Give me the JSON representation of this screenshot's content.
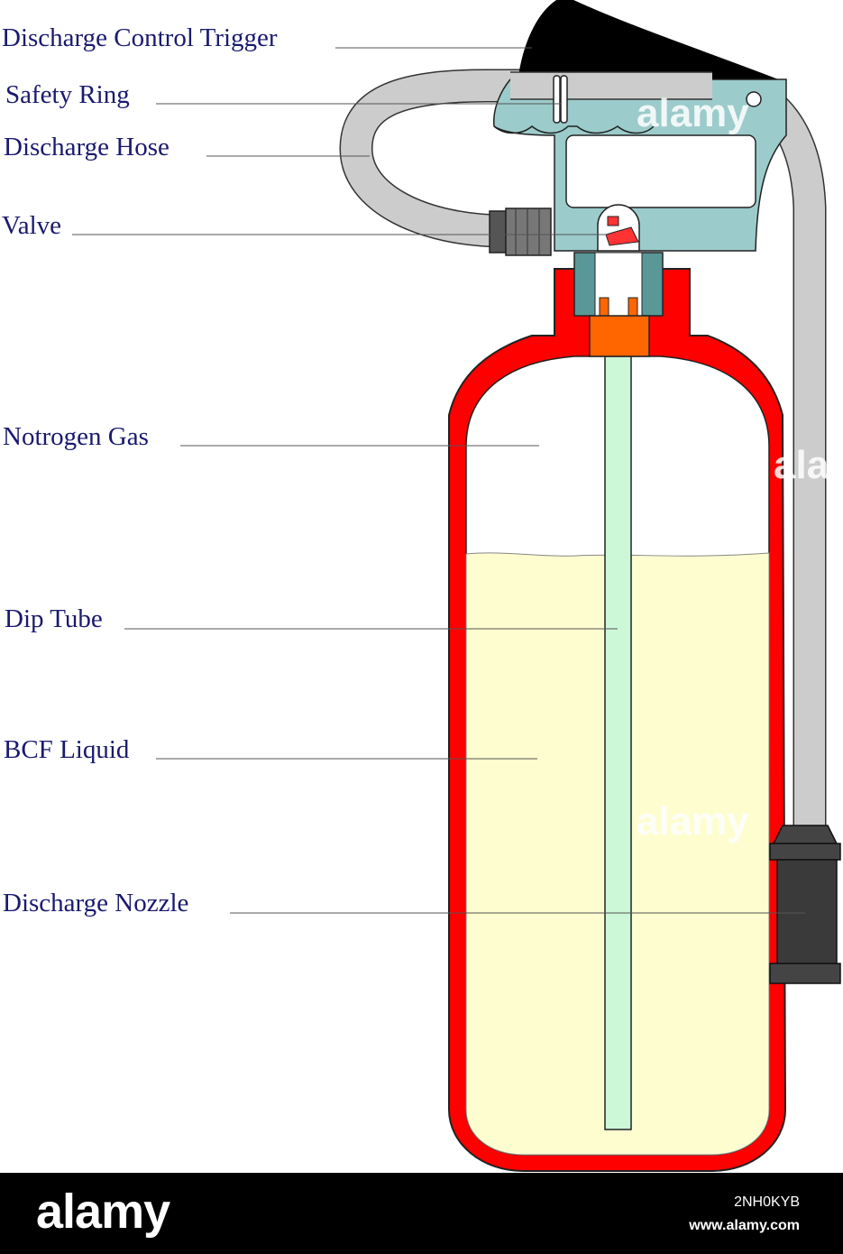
{
  "labels": {
    "discharge_control_trigger": "Discharge Control Trigger",
    "safety_ring": "Safety Ring",
    "discharge_hose": "Discharge Hose",
    "valve": "Valve",
    "nitrogen_gas": "Notrogen Gas",
    "dip_tube": "Dip Tube",
    "bcf_liquid": "BCF Liquid",
    "discharge_nozzle": "Discharge Nozzle"
  },
  "watermark": {
    "text": "alamy"
  },
  "footer": {
    "logo": "alamy",
    "image_id": "2NH0KYB",
    "site": "www.alamy.com"
  },
  "colors": {
    "cylinder": "#ff0000",
    "liquid": "#fdfdd0",
    "dip_tube": "#ccf8d8",
    "handle": "#9ccbcb",
    "hose": "#cccccc",
    "nozzle": "#444444",
    "trigger": "#000000",
    "valve_seat": "#ff6600",
    "label_text": "#1a1a6e"
  }
}
